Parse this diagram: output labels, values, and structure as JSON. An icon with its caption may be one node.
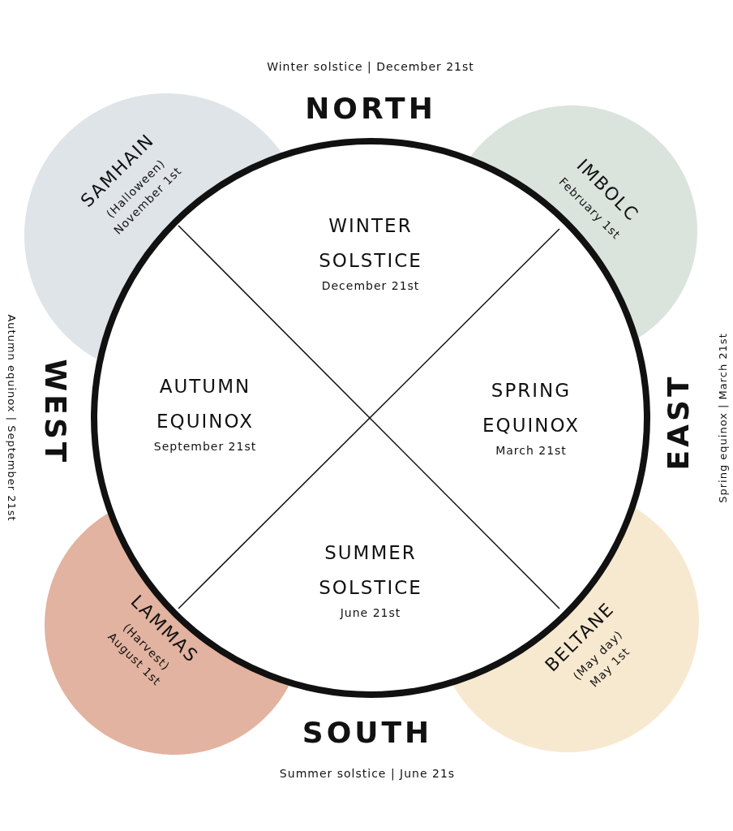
{
  "diagram": {
    "nodes": [
      {
        "text": [],
        "shape": "circle"
      },
      {
        "text": [
          "WINTER SOLSTICE",
          "December 21st"
        ],
        "in": 0
      },
      {
        "text": [
          "AUTUMN EQUINOX",
          "September 21st"
        ],
        "in": 0
      },
      {
        "text": [
          "SPRING EQUINOX",
          "March 21st"
        ],
        "in": 0
      },
      {
        "text": [
          "SUMMER SOLSTICE",
          "June 21st"
        ],
        "in": 0
      },
      {
        "text": [
          "SAMHAIN",
          "(Halloween)",
          "November 1st"
        ]
      },
      {
        "text": [
          "IMBOLC",
          "February 1st"
        ]
      },
      {
        "text": [
          "LAMMAS",
          "(Harvest)",
          "August 1st"
        ]
      },
      {
        "text": [
          "BELTANE",
          "(May day)",
          "May 1st"
        ]
      }
    ],
    "labels": [
      "Winter solstice | December 21st",
      "NORTH",
      "WEST",
      "EAST",
      "Autumn equinox | September 21st",
      "Spring equinox | March 21st",
      "SOUTH",
      "Summer solstice | June 21s"
    ]
  }
}
